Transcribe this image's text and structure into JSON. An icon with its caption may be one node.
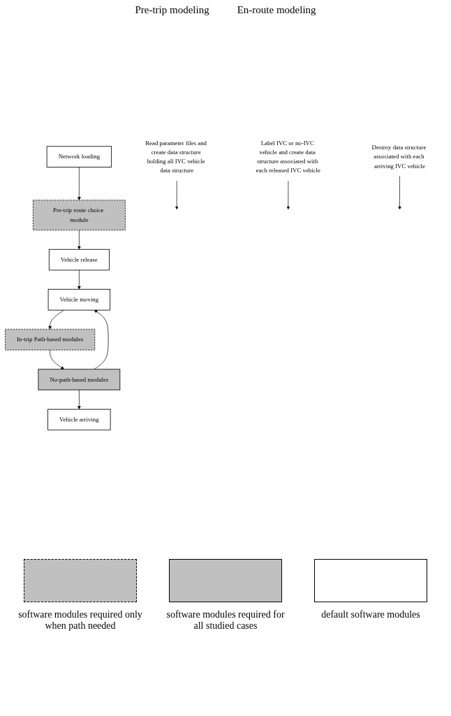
{
  "diagram": {
    "nodes": [
      {
        "text": [
          "Network loading"
        ]
      },
      {
        "text": [
          "Pre-trip route choice module"
        ]
      },
      {
        "text": [
          "Vehicle release"
        ]
      },
      {
        "text": [
          "Vehicle moving"
        ]
      },
      {
        "text": [
          "In-trip Path-based modules"
        ]
      },
      {
        "text": [
          "No-path-based modules"
        ]
      },
      {
        "text": [
          "Vehicle arriving"
        ]
      },
      {
        "text": [
          "Read parameter files and create data structure holding all IVC vehicle data structure"
        ]
      },
      {
        "text": [
          "Label IVC or no-IVC vehicle and create data structure associated with each released IVC vehicle"
        ]
      },
      {
        "text": [
          "Destroy data structure associated with each arriving IVC vehicle"
        ]
      }
    ],
    "edges": [
      {
        "from": 0,
        "to": 1,
        "arrow": "to"
      },
      {
        "from": 1,
        "to": 2,
        "arrow": "to"
      },
      {
        "from": 2,
        "to": 3,
        "arrow": "to"
      },
      {
        "from": 3,
        "to": 4,
        "arrow": "to"
      },
      {
        "from": 4,
        "to": 5,
        "arrow": "to"
      },
      {
        "from": 5,
        "to": 6,
        "arrow": "to"
      },
      {
        "from": 5,
        "to": 3,
        "arrow": "to"
      },
      {
        "from": 7,
        "to": null,
        "arrow": "to"
      },
      {
        "from": 8,
        "to": null,
        "arrow": "to"
      },
      {
        "from": 9,
        "to": null,
        "arrow": "to"
      }
    ],
    "labels": [
      "Pre-trip modeling",
      "En-route modeling"
    ],
    "legend": [
      {
        "text": "software modules required only when path needed",
        "color": "#c0c0c0"
      },
      {
        "text": "software modules required for all studied cases",
        "color": "#c0c0c0"
      },
      {
        "text": "default software modules",
        "color": "#ffffff"
      }
    ]
  }
}
